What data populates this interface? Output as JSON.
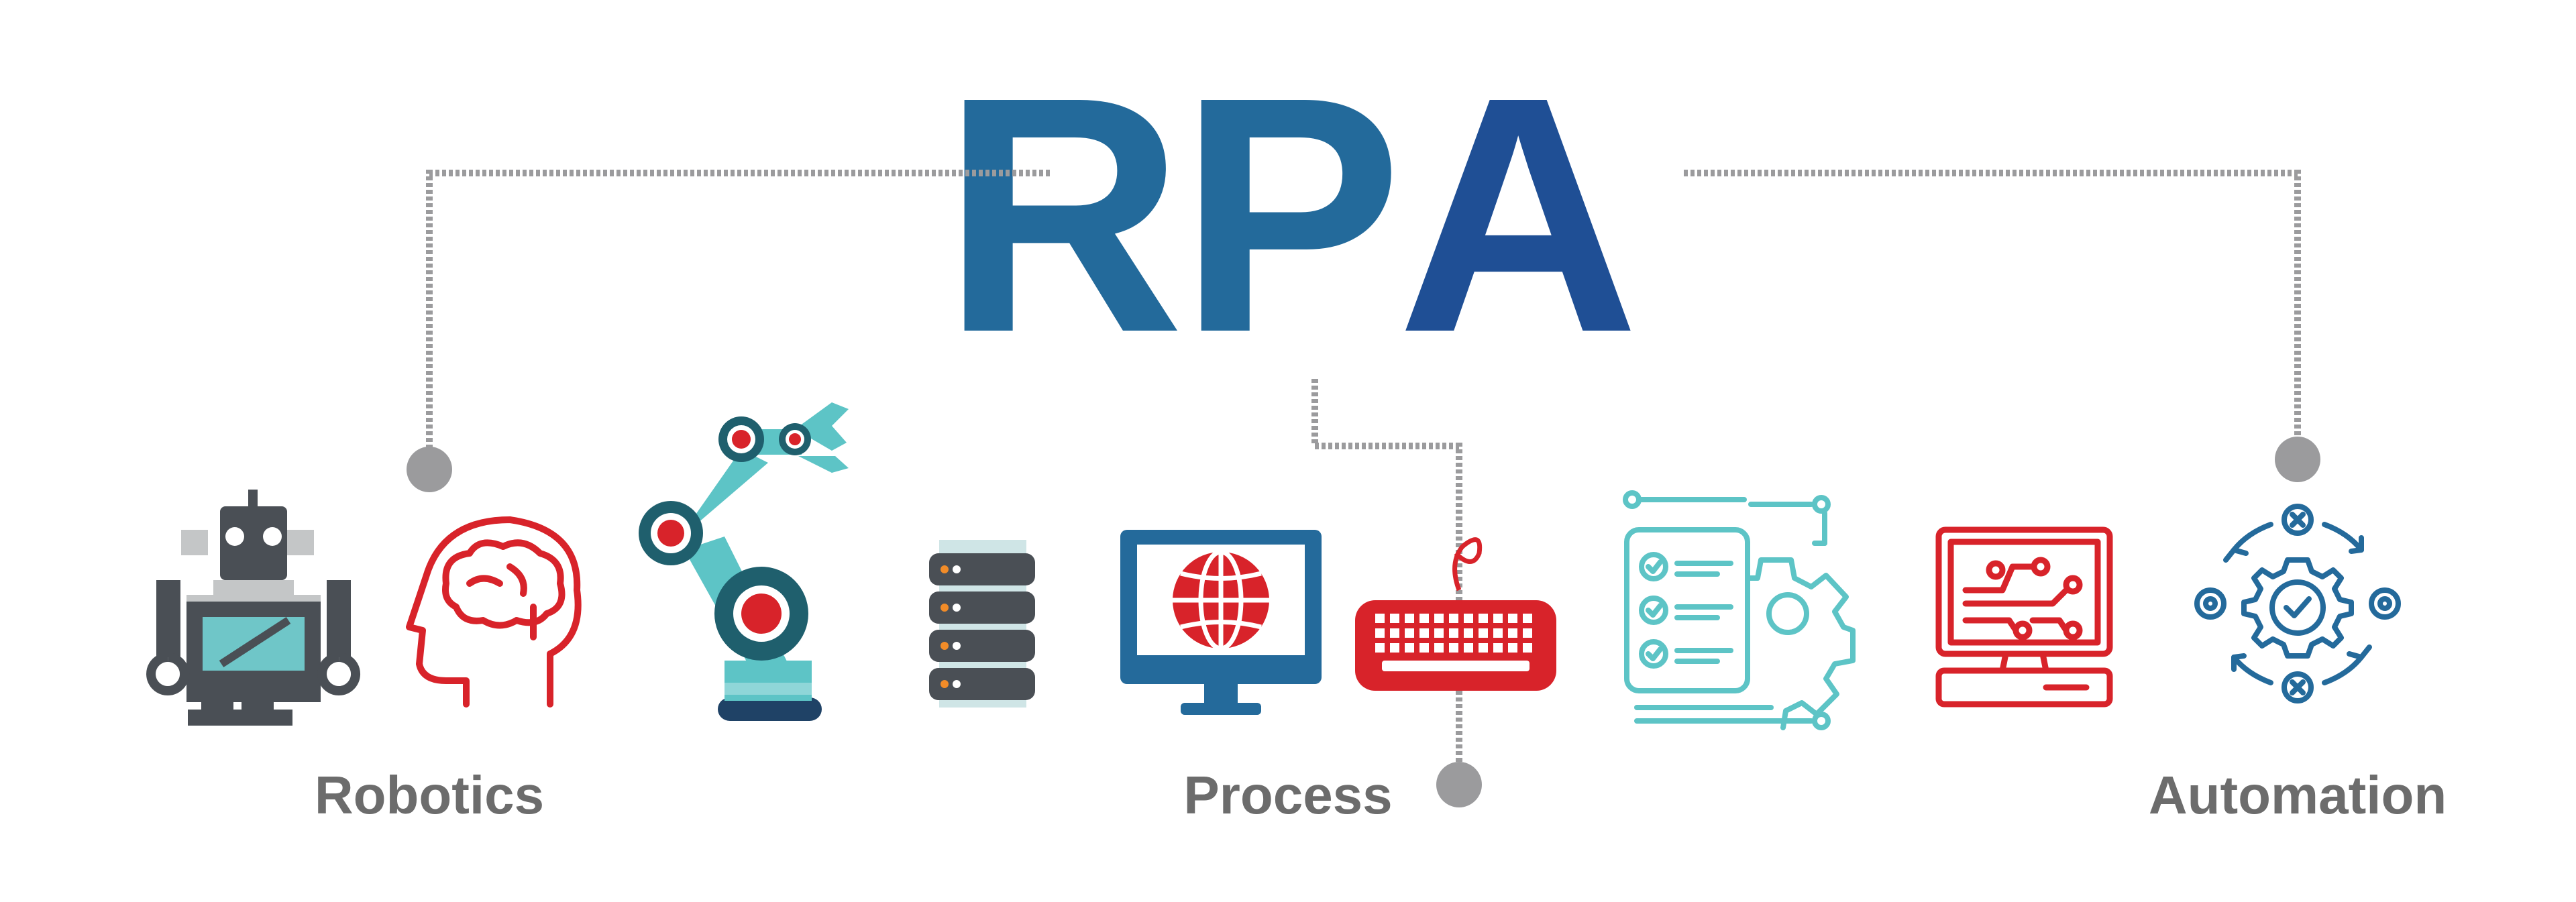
{
  "title": {
    "letter_1": "R",
    "letter_2": "P",
    "letter_3": "A"
  },
  "labels": {
    "robotics": "Robotics",
    "process": "Process",
    "automation": "Automation"
  },
  "colors": {
    "title_blue": "#236a9b",
    "title_navy": "#1f4f95",
    "icon_gray": "#4a4f55",
    "icon_red": "#d8232a",
    "icon_teal": "#5dc4c6",
    "icon_blue": "#246a9b",
    "connector_gray": "#9b9b9d",
    "label_gray": "#6c6c6c"
  },
  "icons": [
    "robot-icon",
    "brain-head-icon",
    "robotic-arm-icon",
    "server-rack-icon",
    "monitor-globe-icon",
    "keyboard-icon",
    "checklist-gear-icon",
    "computer-circuit-icon",
    "automation-cycle-icon"
  ]
}
